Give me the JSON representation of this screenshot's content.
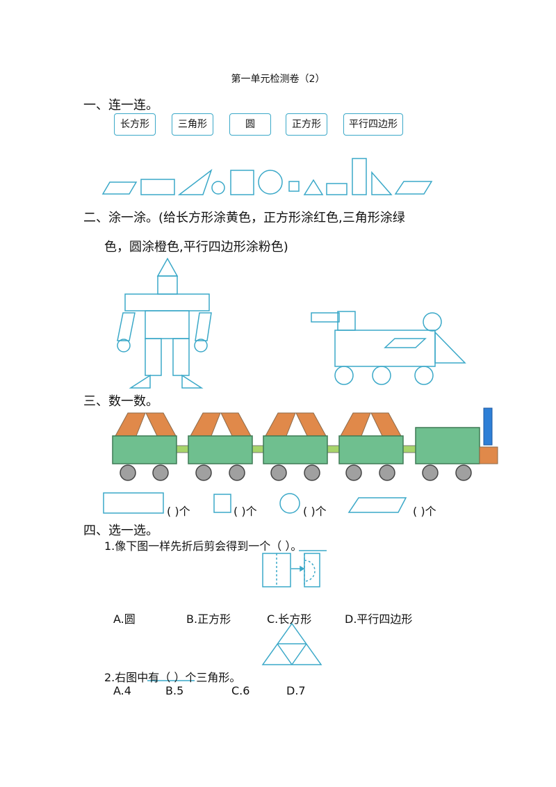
{
  "title": "第一单元检测卷（2）",
  "section1": {
    "heading": "一、连一连。",
    "boxes": [
      "长方形",
      "三角形",
      "圆",
      "正方形",
      "平行四边形"
    ]
  },
  "section2": {
    "heading_line1": "二、涂一涂。(给长方形涂黄色，正方形涂红色,三角形涂绿",
    "heading_line2": "色，圆涂橙色,平行四边形涂粉色)"
  },
  "section3": {
    "heading": "三、数一数。",
    "count_labels": [
      "( )个",
      "( )个",
      "( )个",
      "( )个"
    ]
  },
  "section4": {
    "heading": "四、选一选。",
    "q1": {
      "text": "1.像下图一样先折后剪会得到一个（ ）。",
      "options": [
        "A.圆",
        "B.正方形",
        "C.长方形",
        "D.平行四边形"
      ]
    },
    "q2": {
      "text": "2.右图中有（ ）个三角形。",
      "options": [
        "A.4",
        "B.5",
        "C.6",
        "D.7"
      ]
    }
  },
  "colors": {
    "line": "#3aa8c8",
    "car_green": "#6fbf8f",
    "cargo_orange": "#e0894a",
    "wheel_gray": "#a0a0a0",
    "coupler": "#a8d46a",
    "chimney_blue": "#2e7fd6"
  }
}
